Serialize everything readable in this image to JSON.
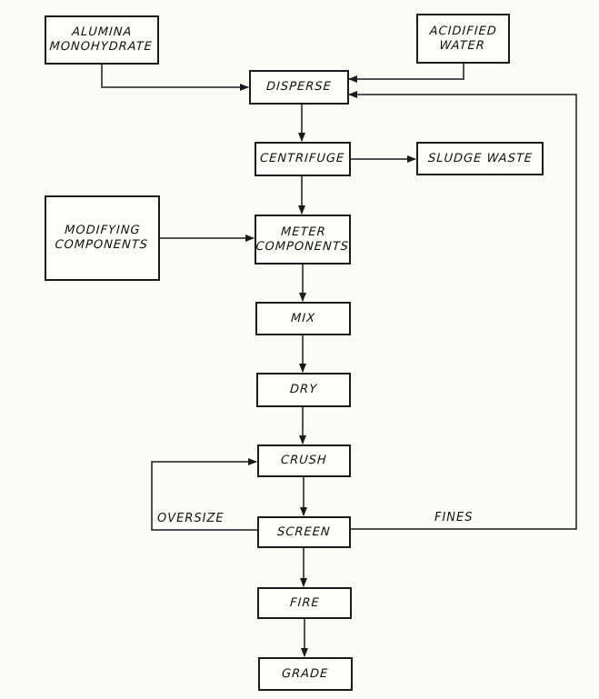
{
  "diagram": {
    "type": "process-flowchart",
    "nodes": {
      "alumina": "ALUMINA\nMONOHYDRATE",
      "acidified_water": "ACIDIFIED\nWATER",
      "disperse": "DISPERSE",
      "centrifuge": "CENTRIFUGE",
      "sludge_waste": "SLUDGE WASTE",
      "modifying_components": "MODIFYING\nCOMPONENTS",
      "meter_components": "METER\nCOMPONENTS",
      "mix": "MIX",
      "dry": "DRY",
      "crush": "CRUSH",
      "screen": "SCREEN",
      "fire": "FIRE",
      "grade": "GRADE"
    },
    "edge_labels": {
      "oversize": "OVERSIZE",
      "fines": "FINES"
    },
    "edges": [
      {
        "from": "alumina",
        "to": "disperse"
      },
      {
        "from": "acidified_water",
        "to": "disperse"
      },
      {
        "from": "disperse",
        "to": "centrifuge"
      },
      {
        "from": "centrifuge",
        "to": "sludge_waste"
      },
      {
        "from": "centrifuge",
        "to": "meter_components"
      },
      {
        "from": "modifying_components",
        "to": "meter_components"
      },
      {
        "from": "meter_components",
        "to": "mix"
      },
      {
        "from": "mix",
        "to": "dry"
      },
      {
        "from": "dry",
        "to": "crush"
      },
      {
        "from": "crush",
        "to": "screen"
      },
      {
        "from": "screen",
        "to": "crush",
        "label": "OVERSIZE"
      },
      {
        "from": "screen",
        "to": "disperse",
        "label": "FINES"
      },
      {
        "from": "screen",
        "to": "fire"
      },
      {
        "from": "fire",
        "to": "grade"
      }
    ]
  }
}
